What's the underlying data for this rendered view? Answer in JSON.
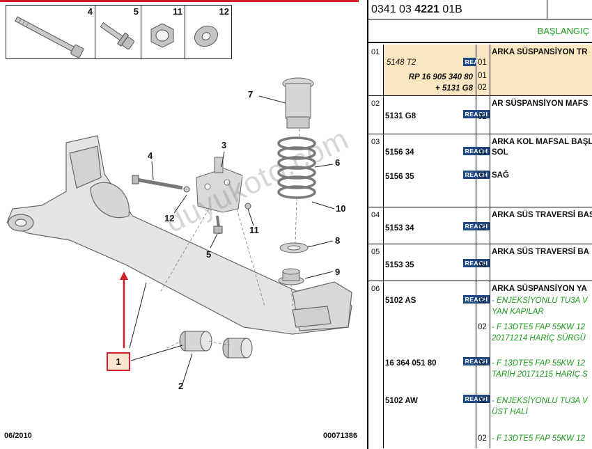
{
  "thumbs": [
    {
      "num": "4",
      "icon": "bolt-icon"
    },
    {
      "num": "5",
      "icon": "flange-bolt-icon"
    },
    {
      "num": "11",
      "icon": "hex-nut-icon"
    },
    {
      "num": "12",
      "icon": "washer-icon"
    }
  ],
  "callouts": {
    "c1": "1",
    "c2": "2",
    "c3": "3",
    "c4": "4",
    "c5": "5",
    "c6": "6",
    "c7": "7",
    "c8": "8",
    "c9": "9",
    "c10": "10",
    "c11": "11",
    "c12": "12"
  },
  "footer": {
    "date": "06/2010",
    "drawing_no": "00071386"
  },
  "watermark": "duyukoto.com",
  "header": {
    "ref_prefix": "0341 03",
    "ref_bold": "4221",
    "ref_suffix": "01B",
    "start_label": "BAŞLANGIÇ"
  },
  "reach_label": "REACH",
  "colors": {
    "accent_red": "#d21f2a",
    "highlight": "#fbe6c2",
    "reach_blue": "#1f4a86",
    "green": "#1f9a1f"
  },
  "rows": [
    {
      "group": "01",
      "desc": "ARKA SÜSPANSİYON TR",
      "refs": [
        {
          "text": "5148 T2",
          "qty": "01"
        },
        {
          "text": "RP 16 905 340 80",
          "qty": "01"
        },
        {
          "text": "+ 5131 G8",
          "qty": "02"
        }
      ]
    },
    {
      "group": "02",
      "desc": "AR SÜSPANSİYON MAFS",
      "refs": [
        {
          "text": "5131 G8",
          "qty": "02"
        }
      ]
    },
    {
      "group": "03",
      "desc": "ARKA KOL MAFSAL BAŞL",
      "refs": [
        {
          "text": "5156 34",
          "qty": "01",
          "desc": "SOL"
        },
        {
          "text": "5156 35",
          "qty": "01",
          "desc": "SAĞ"
        }
      ]
    },
    {
      "group": "04",
      "desc": "ARKA SÜS TRAVERSİ BAS",
      "refs": [
        {
          "text": "5153 34",
          "qty": "02"
        }
      ]
    },
    {
      "group": "05",
      "desc": "ARKA SÜS TRAVERSİ BA",
      "refs": [
        {
          "text": "5153 35",
          "qty": "08"
        }
      ]
    },
    {
      "group": "06",
      "desc": "ARKA SÜSPANSİYON YA",
      "refs": [
        {
          "text": "5102 AS",
          "qty": "02",
          "notes": [
            "- ENJEKSİYONLU TU3A V",
            "YAN KAPILAR"
          ]
        },
        {
          "text": "",
          "qty": "02",
          "notes": [
            "- F 13DTE5 FAP 55KW 12",
            "20171214 HARİÇ SÜRGÜ"
          ]
        },
        {
          "text": "16 364 051 80",
          "qty": "02",
          "notes": [
            "- F 13DTE5 FAP 55KW 12",
            "TARİH 20171215 HARİÇ S"
          ]
        },
        {
          "text": "5102 AW",
          "qty": "02",
          "notes": [
            "- ENJEKSİYONLU TU3A V",
            "ÜST HALİ"
          ]
        },
        {
          "text": "",
          "qty": "02",
          "notes": [
            "- F 13DTE5 FAP 55KW 12"
          ]
        }
      ]
    }
  ]
}
